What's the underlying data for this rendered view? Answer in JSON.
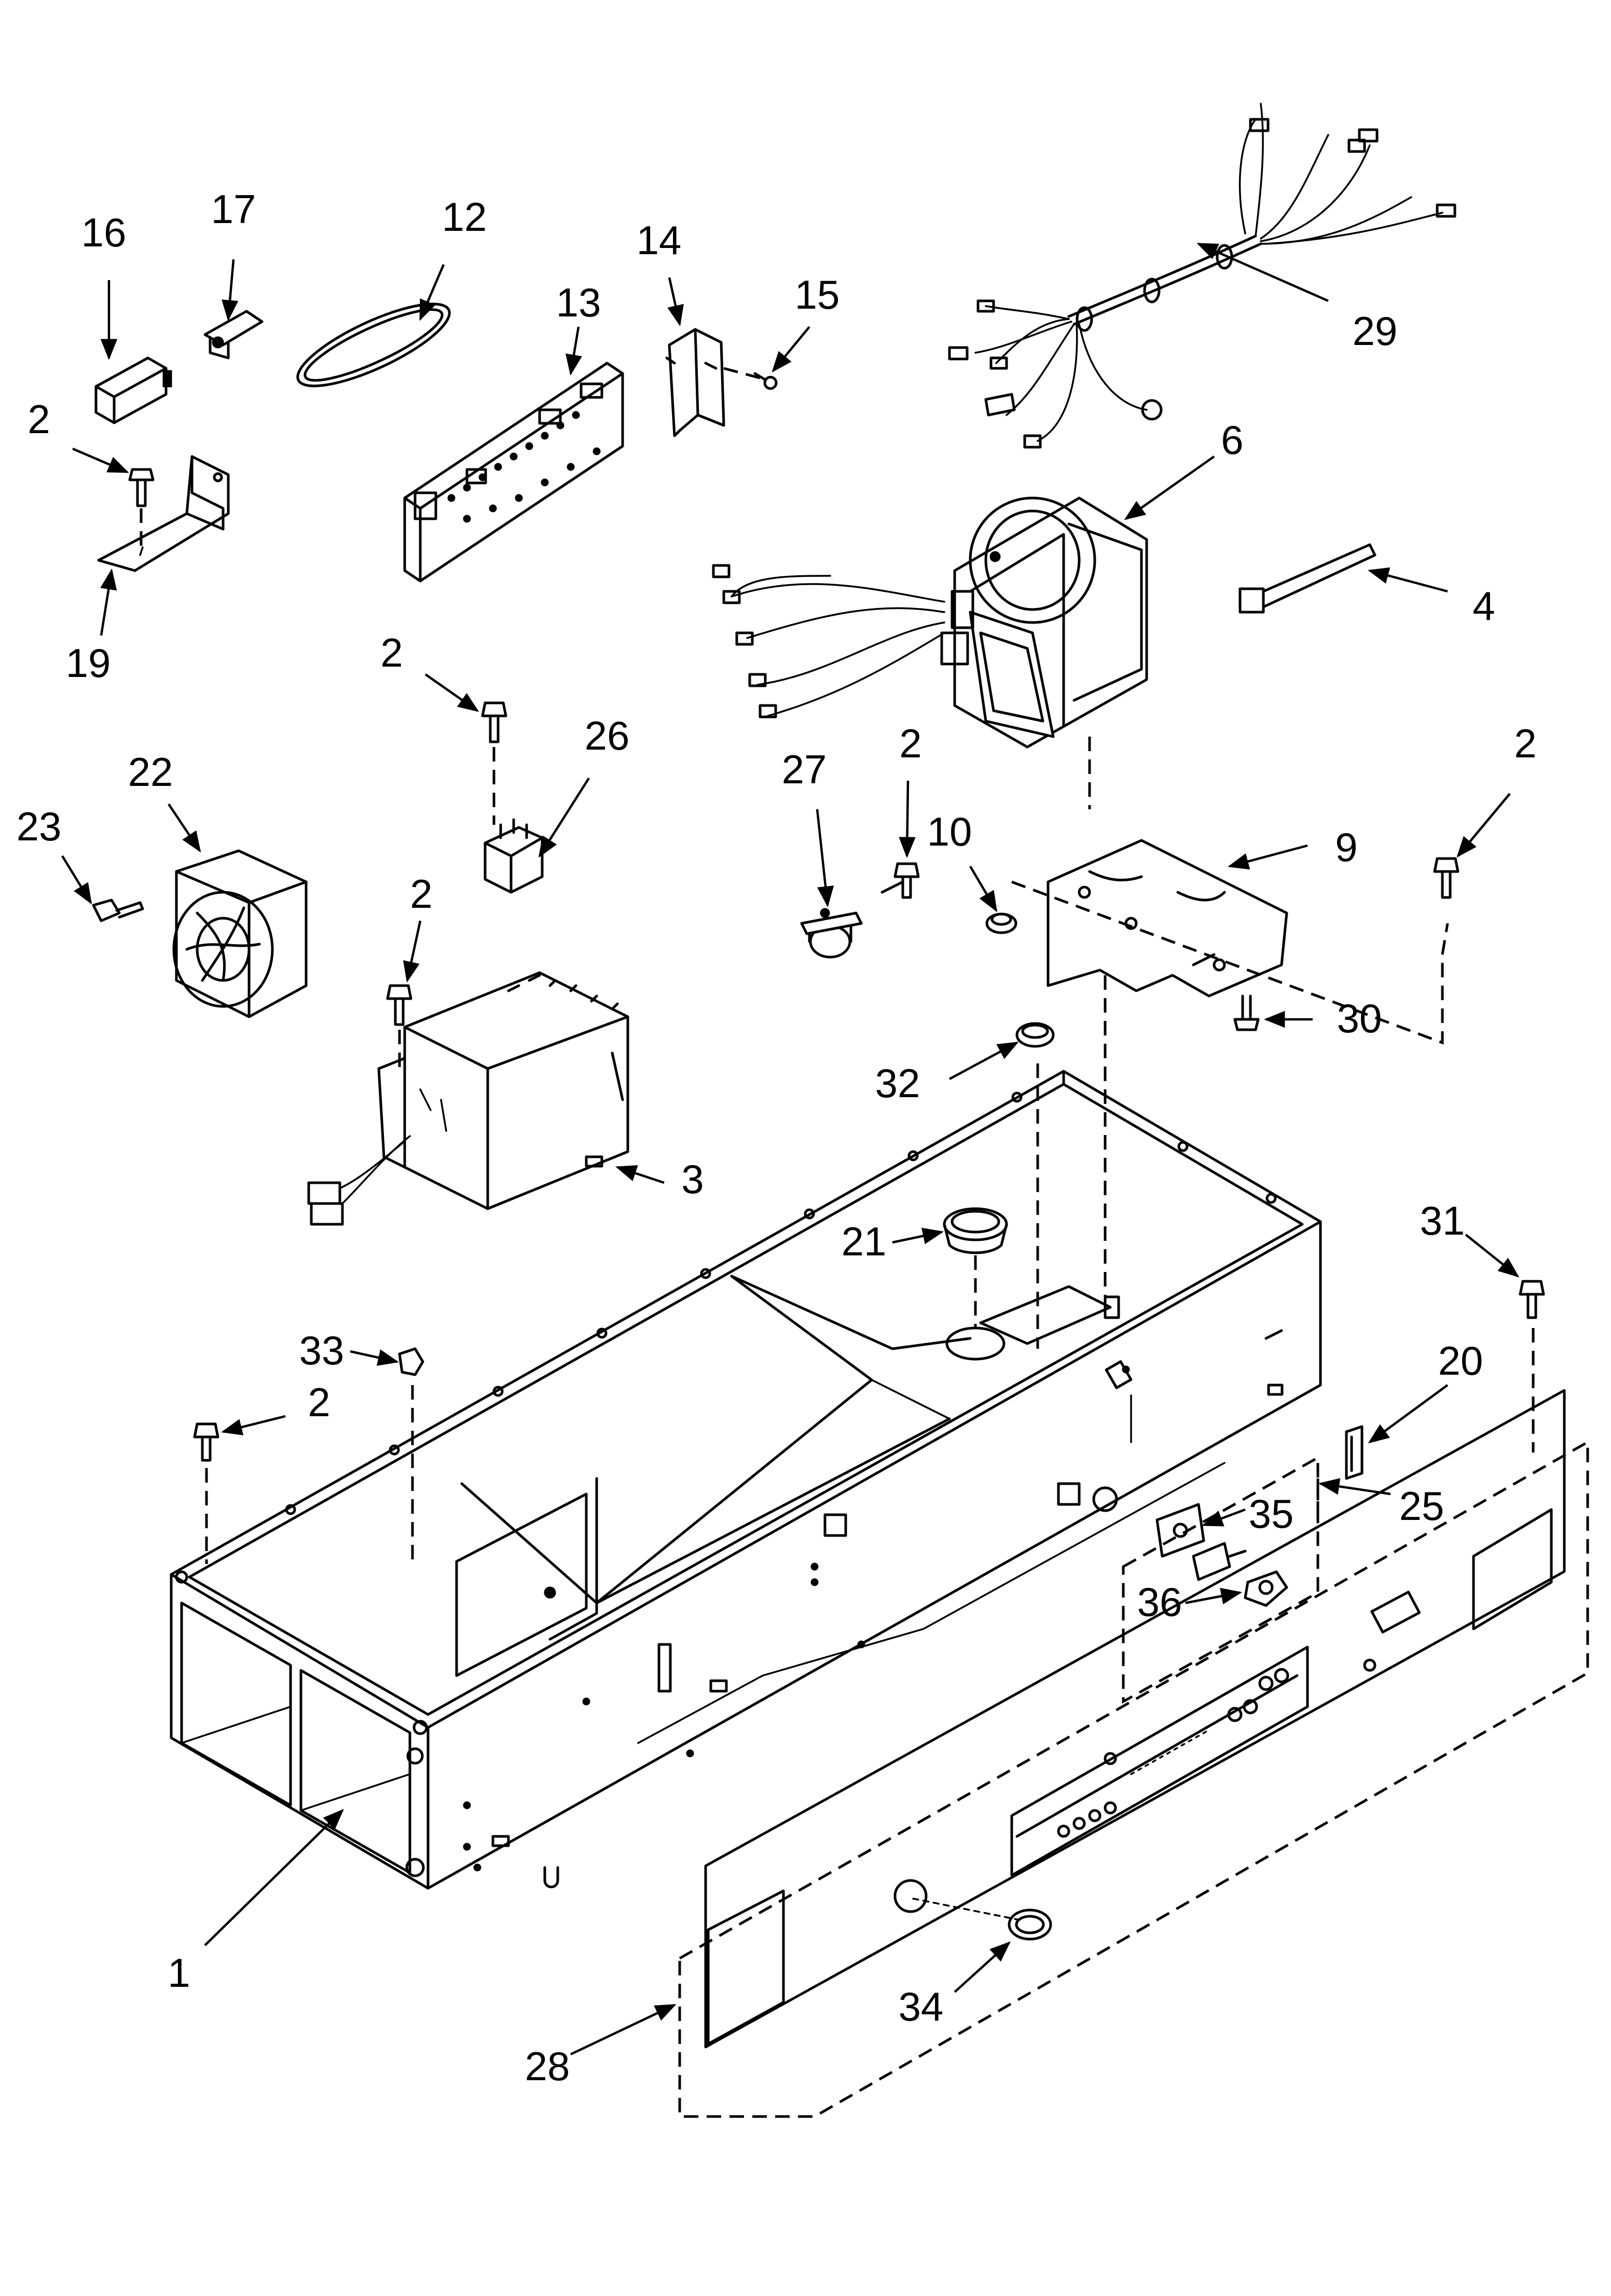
{
  "diagram": {
    "callouts": [
      {
        "id": "c16",
        "label": "16"
      },
      {
        "id": "c17",
        "label": "17"
      },
      {
        "id": "c12",
        "label": "12"
      },
      {
        "id": "c13",
        "label": "13"
      },
      {
        "id": "c14",
        "label": "14"
      },
      {
        "id": "c15",
        "label": "15"
      },
      {
        "id": "c2a",
        "label": "2"
      },
      {
        "id": "c19",
        "label": "19"
      },
      {
        "id": "c29",
        "label": "29"
      },
      {
        "id": "c6",
        "label": "6"
      },
      {
        "id": "c4",
        "label": "4"
      },
      {
        "id": "c2b",
        "label": "2"
      },
      {
        "id": "c26",
        "label": "26"
      },
      {
        "id": "c22",
        "label": "22"
      },
      {
        "id": "c23",
        "label": "23"
      },
      {
        "id": "c27",
        "label": "27"
      },
      {
        "id": "c2c",
        "label": "2"
      },
      {
        "id": "c10",
        "label": "10"
      },
      {
        "id": "c9",
        "label": "9"
      },
      {
        "id": "c2d",
        "label": "2"
      },
      {
        "id": "c2e",
        "label": "2"
      },
      {
        "id": "c30",
        "label": "30"
      },
      {
        "id": "c3",
        "label": "3"
      },
      {
        "id": "c32",
        "label": "32"
      },
      {
        "id": "c21",
        "label": "21"
      },
      {
        "id": "c31",
        "label": "31"
      },
      {
        "id": "c20",
        "label": "20"
      },
      {
        "id": "c33",
        "label": "33"
      },
      {
        "id": "c2f",
        "label": "2"
      },
      {
        "id": "c25",
        "label": "25"
      },
      {
        "id": "c35",
        "label": "35"
      },
      {
        "id": "c36",
        "label": "36"
      },
      {
        "id": "c1",
        "label": "1"
      },
      {
        "id": "c28",
        "label": "28"
      },
      {
        "id": "c34",
        "label": "34"
      }
    ]
  }
}
